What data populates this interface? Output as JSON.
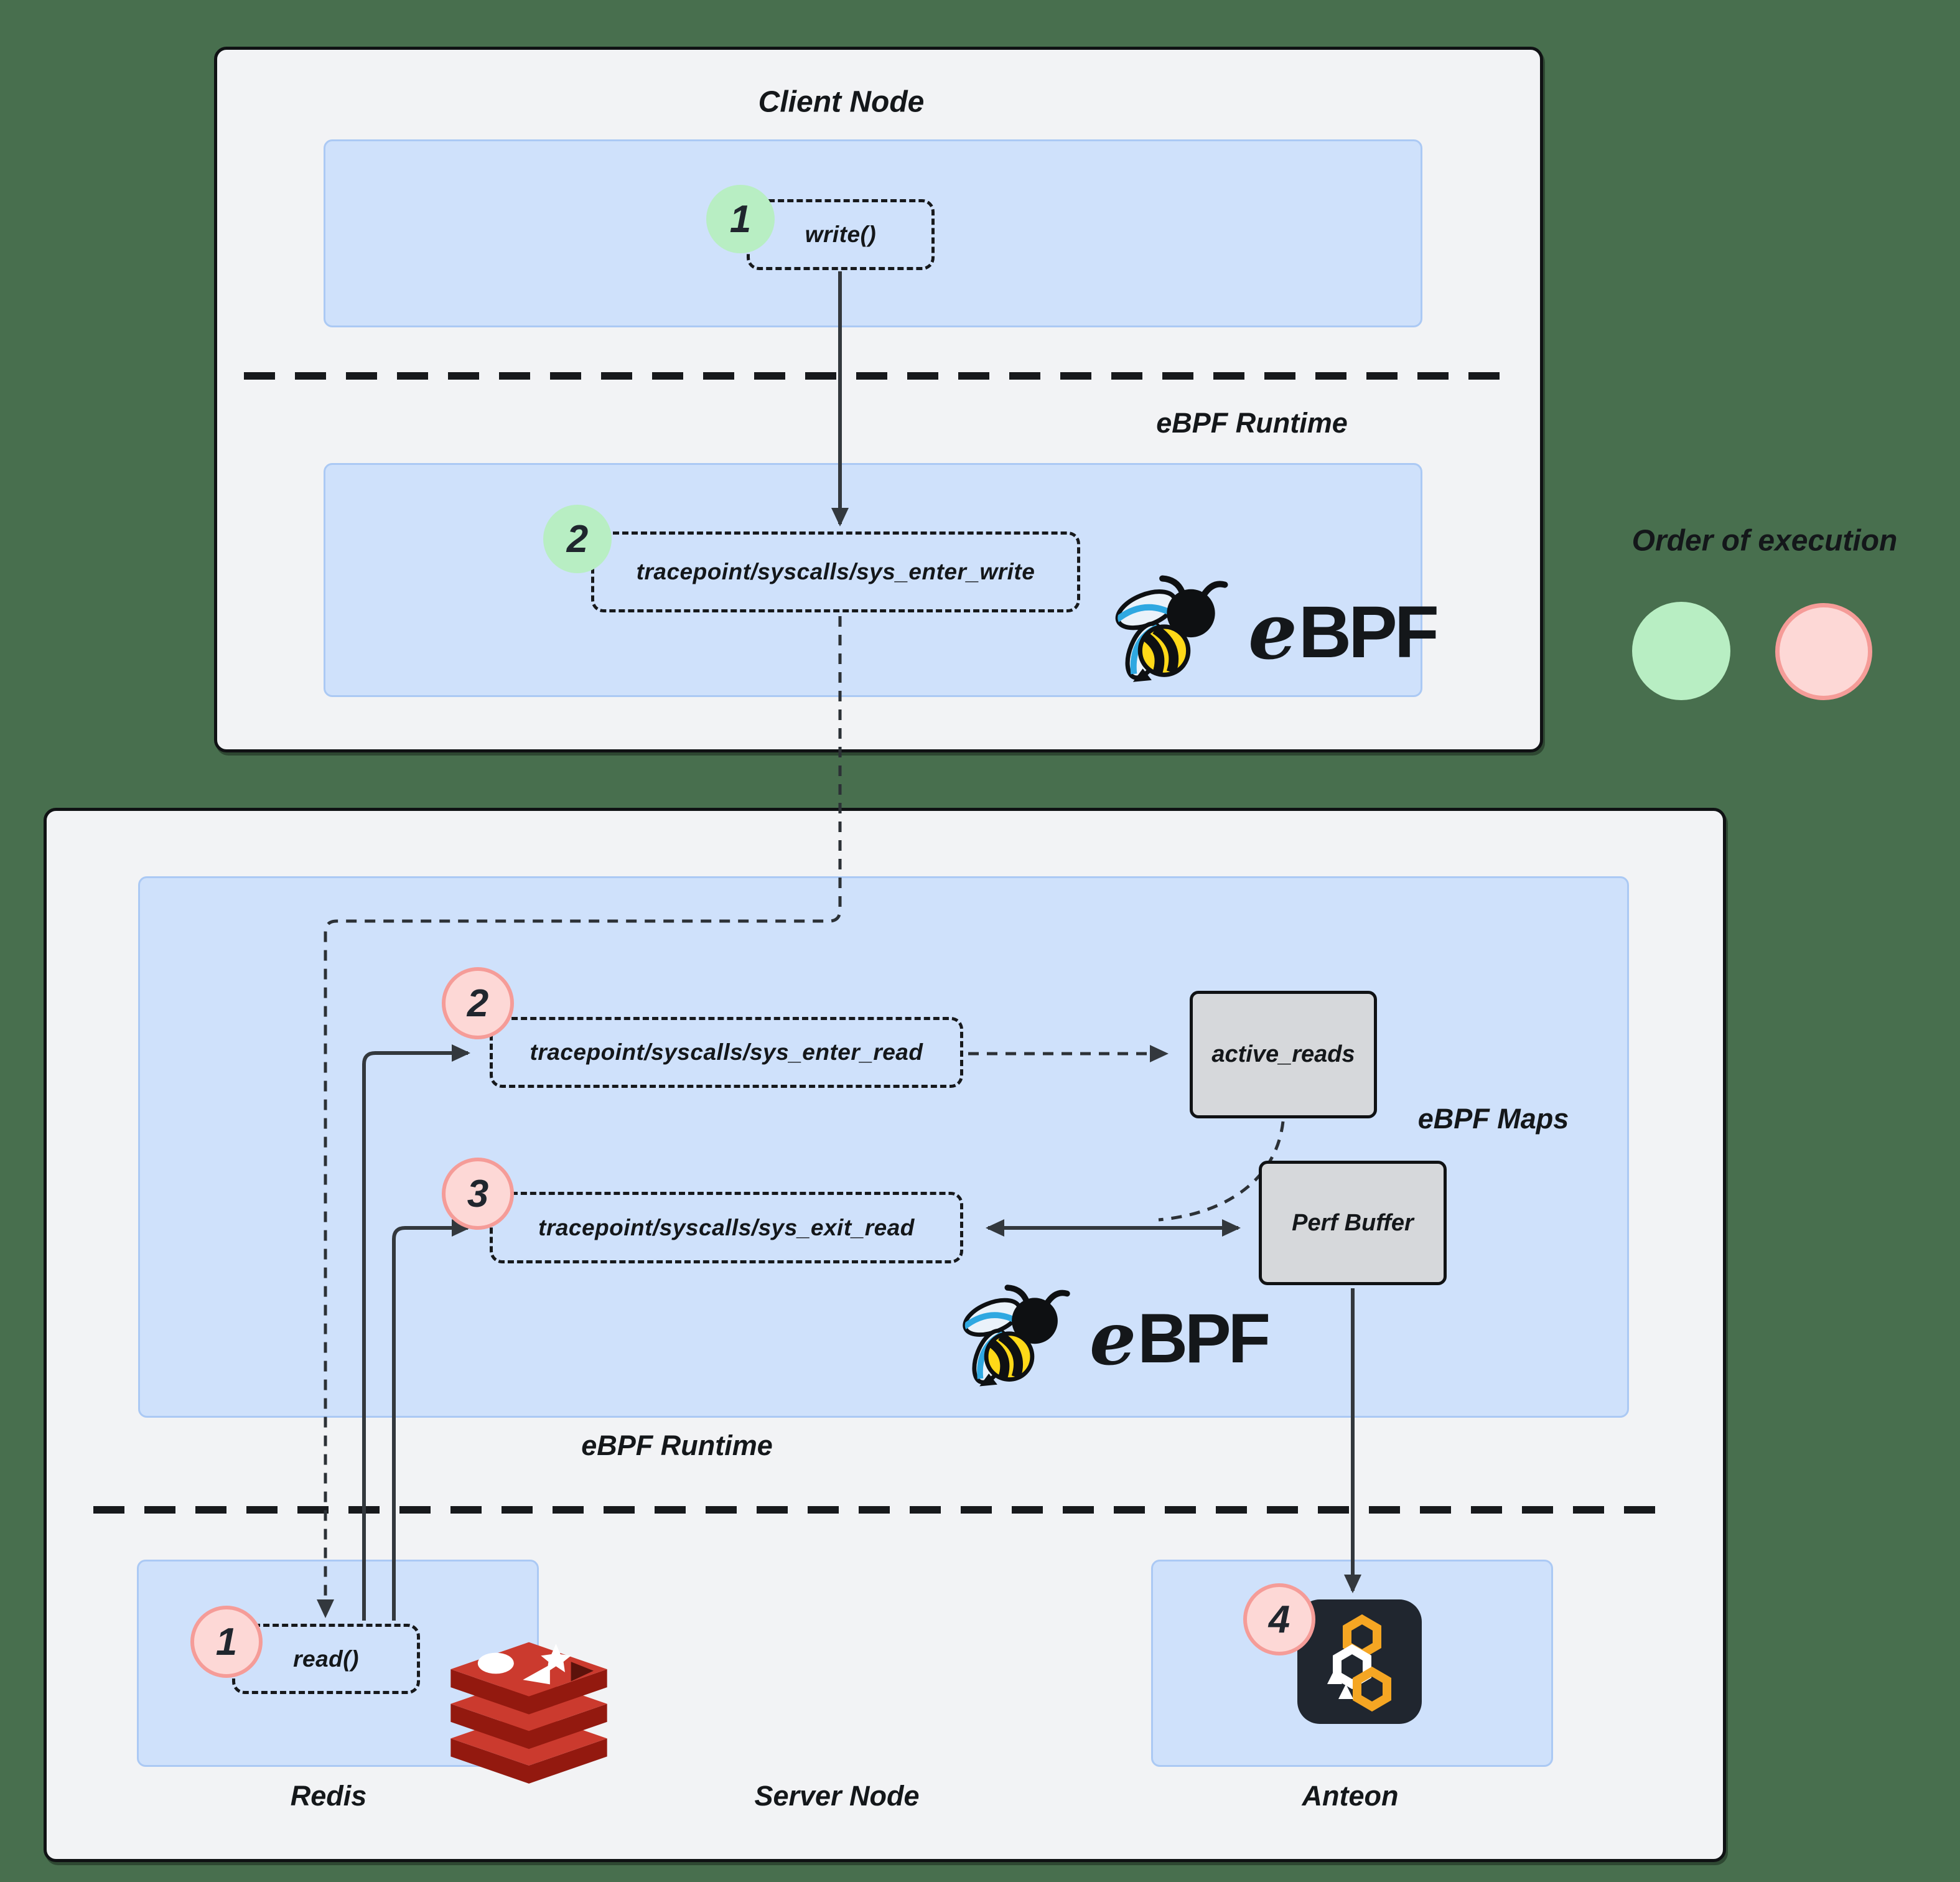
{
  "colors": {
    "background": "#486f4e",
    "panel": "#f2f3f5",
    "panel_border": "#101214",
    "blue_box": "#cfe1fb",
    "blue_box_border": "#abc9f4",
    "gray_node": "#d6d8db",
    "green_badge": "#b8eec3",
    "pink_badge_fill": "#fdd8d6",
    "pink_badge_border": "#f59c98",
    "line": "#33383d"
  },
  "client_node": {
    "title": "Client Node",
    "runtime_label": "eBPF Runtime",
    "write": {
      "badge": "1",
      "label": "write()"
    },
    "enter_write": {
      "badge": "2",
      "label": "tracepoint/syscalls/sys_enter_write"
    }
  },
  "server_node": {
    "title": "Server Node",
    "runtime_label": "eBPF Runtime",
    "maps_label": "eBPF Maps",
    "enter_read": {
      "badge": "2",
      "label": "tracepoint/syscalls/sys_enter_read"
    },
    "exit_read": {
      "badge": "3",
      "label": "tracepoint/syscalls/sys_exit_read"
    },
    "read": {
      "badge": "1",
      "label": "read()"
    },
    "active_reads_label": "active_reads",
    "perf_buffer_label": "Perf Buffer",
    "redis_label": "Redis",
    "anteon": {
      "badge": "4",
      "label": "Anteon"
    }
  },
  "legend": {
    "title": "Order of execution"
  },
  "ebpf_logo": {
    "e": "e",
    "bpf": "BPF"
  }
}
